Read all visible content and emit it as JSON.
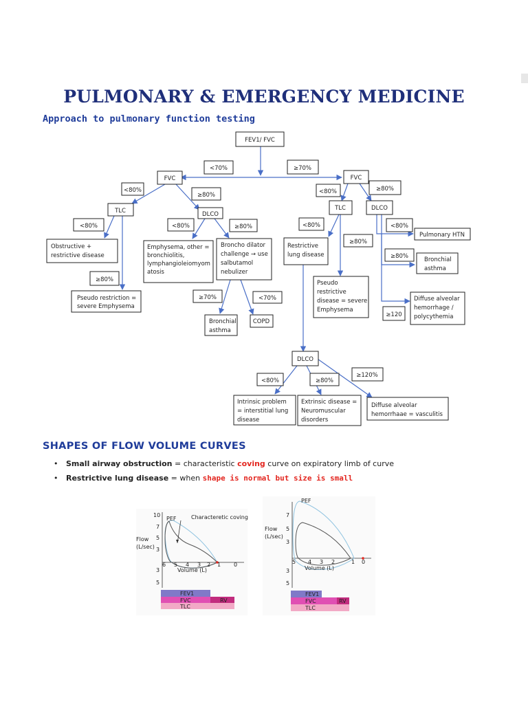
{
  "header": {
    "title": "PULMONARY & EMERGENCY MEDICINE",
    "subtitle": "Approach to pulmonary function testing"
  },
  "flowchart": {
    "nodes": {
      "root": "FEV1/ FVC",
      "fvc_left": "FVC",
      "fvc_right": "FVC",
      "tlc_left": "TLC",
      "dlco_left": "DLCO",
      "tlc_right": "TLC",
      "dlco_right": "DLCO",
      "obstructive": [
        "Obstructive +",
        "restrictive disease"
      ],
      "pseudo_restriction": [
        "Pseudo restriction =",
        "severe Emphysema"
      ],
      "emphysema": [
        "Emphysema, other =",
        "bronchiolitis,",
        "lymphangioleiomyom",
        "atosis"
      ],
      "broncho_dilator": [
        "Broncho dilator",
        "challenge → use",
        "salbutamol",
        "nebulizer"
      ],
      "bronchial_asthma_left": [
        "Bronchial",
        "asthma"
      ],
      "copd": "COPD",
      "restrictive": [
        "Restrictive",
        "lung disease"
      ],
      "pseudo_restrictive": [
        "Pseudo",
        "restrictive",
        "disease = severe",
        "Emphysema"
      ],
      "pulmonary_htn": "Pulmonary HTN",
      "bronchial_asthma_right": [
        "Bronchial",
        "asthma"
      ],
      "diffuse_alveolar_1": [
        "Diffuse alveolar",
        "hemorrhage /",
        "polycythemia"
      ],
      "dlco_bottom": "DLCO",
      "intrinsic": [
        "Intrinsic problem",
        "= interstitial lung",
        "disease"
      ],
      "extrinsic": [
        "Extrinsic disease =",
        "Neuromuscular",
        "disorders"
      ],
      "diffuse_alveolar_2": [
        "Diffuse alveolar",
        "hemorrhaae = vasculitis"
      ]
    },
    "labels": {
      "lt70": "<70%",
      "ge70": "≥70%",
      "left_fvc_lt80": "<80%",
      "left_fvc_ge80": "≥80%",
      "left_tlc_lt80": "<80%",
      "left_tlc_ge80": "≥80%",
      "left_dlco_lt80": "<80%",
      "left_dlco_ge80": "≥80%",
      "bd_ge70": "≥70%",
      "bd_lt70": "<70%",
      "right_fvc_lt80": "<80%",
      "right_fvc_ge80": "≥80%",
      "right_tlc_lt80": "<80%",
      "right_tlc_ge80": "≥80%",
      "right_dlco_lt80": "<80%",
      "right_dlco_ge80": "≥80%",
      "right_dlco_ge120": "≥120",
      "bottom_lt80": "<80%",
      "bottom_ge80": "≥80%",
      "bottom_ge120": "≥120%"
    }
  },
  "section2": {
    "title": "SHAPES OF FLOW VOLUME CURVES",
    "bullet1": {
      "term": "Small airway obstruction",
      "mid": " = characteristic ",
      "highlight": "coving",
      "end": " curve on expiratory limb of curve"
    },
    "bullet2": {
      "term": "Restrictive lung disease",
      "mid": " = when ",
      "highlight": "shape is normal but size is small"
    }
  },
  "graph_left": {
    "pef": "PEF",
    "annotation": "Characteretic coving",
    "flow_label": [
      "Flow",
      "(L/sec)"
    ],
    "y_ticks": [
      "10",
      "7",
      "5",
      "3"
    ],
    "y_ticks_neg": [
      "3",
      "5"
    ],
    "x_ticks": [
      "6",
      "5",
      "4",
      "3",
      "2",
      "1",
      "0"
    ],
    "volume_label": "Volume (L)",
    "bars": {
      "fev1": "FEV1",
      "fvc": "FVC",
      "rv": "RV",
      "tlc": "TLC"
    }
  },
  "graph_right": {
    "pef": "PEF",
    "flow_label": [
      "Flow",
      "(L/sec)"
    ],
    "y_ticks": [
      "7",
      "5",
      "3"
    ],
    "y_ticks_neg": [
      "3",
      "5"
    ],
    "x_ticks": [
      "5",
      "4",
      "3",
      "2",
      "1",
      "0"
    ],
    "volume_label": "Volume (L)",
    "bars": {
      "fev1": "FEV1",
      "fvc": "FVC",
      "rv": "RV",
      "tlc": "TLC"
    }
  },
  "colors": {
    "title": "#1f2f7a",
    "accent": "#1f3c9a",
    "arrow": "#4a6fc7",
    "highlight_red": "#e3261f",
    "fev1_bar": "#8079c8",
    "fvc_bar": "#e04fb3",
    "rv_bar": "#c22c7e",
    "tlc_bar": "#f2a9c6",
    "curve_normal": "#8fc3e0"
  }
}
